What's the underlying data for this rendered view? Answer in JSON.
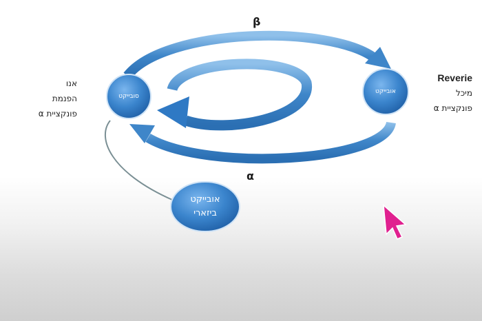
{
  "diagram": {
    "beta_label": "β",
    "alpha_label": "α",
    "left_caption": [
      "אנו",
      "הפנמת",
      "פונקציית α"
    ],
    "right_caption_en": "Reverie",
    "right_caption": [
      "מיכל",
      "פונקציית α"
    ],
    "node_subject": "סובייקט",
    "node_object": "אובייקט",
    "node_bizarre": [
      "אובייקט",
      "ביזארי"
    ]
  },
  "colors": {
    "node_fill": "#2f79c4",
    "node_highlight": "#6aa9e6",
    "arrow": "#3f86c9",
    "arrow_edge": "#8cbde6",
    "line": "#7a8f94",
    "cursor": "#e0208f"
  }
}
